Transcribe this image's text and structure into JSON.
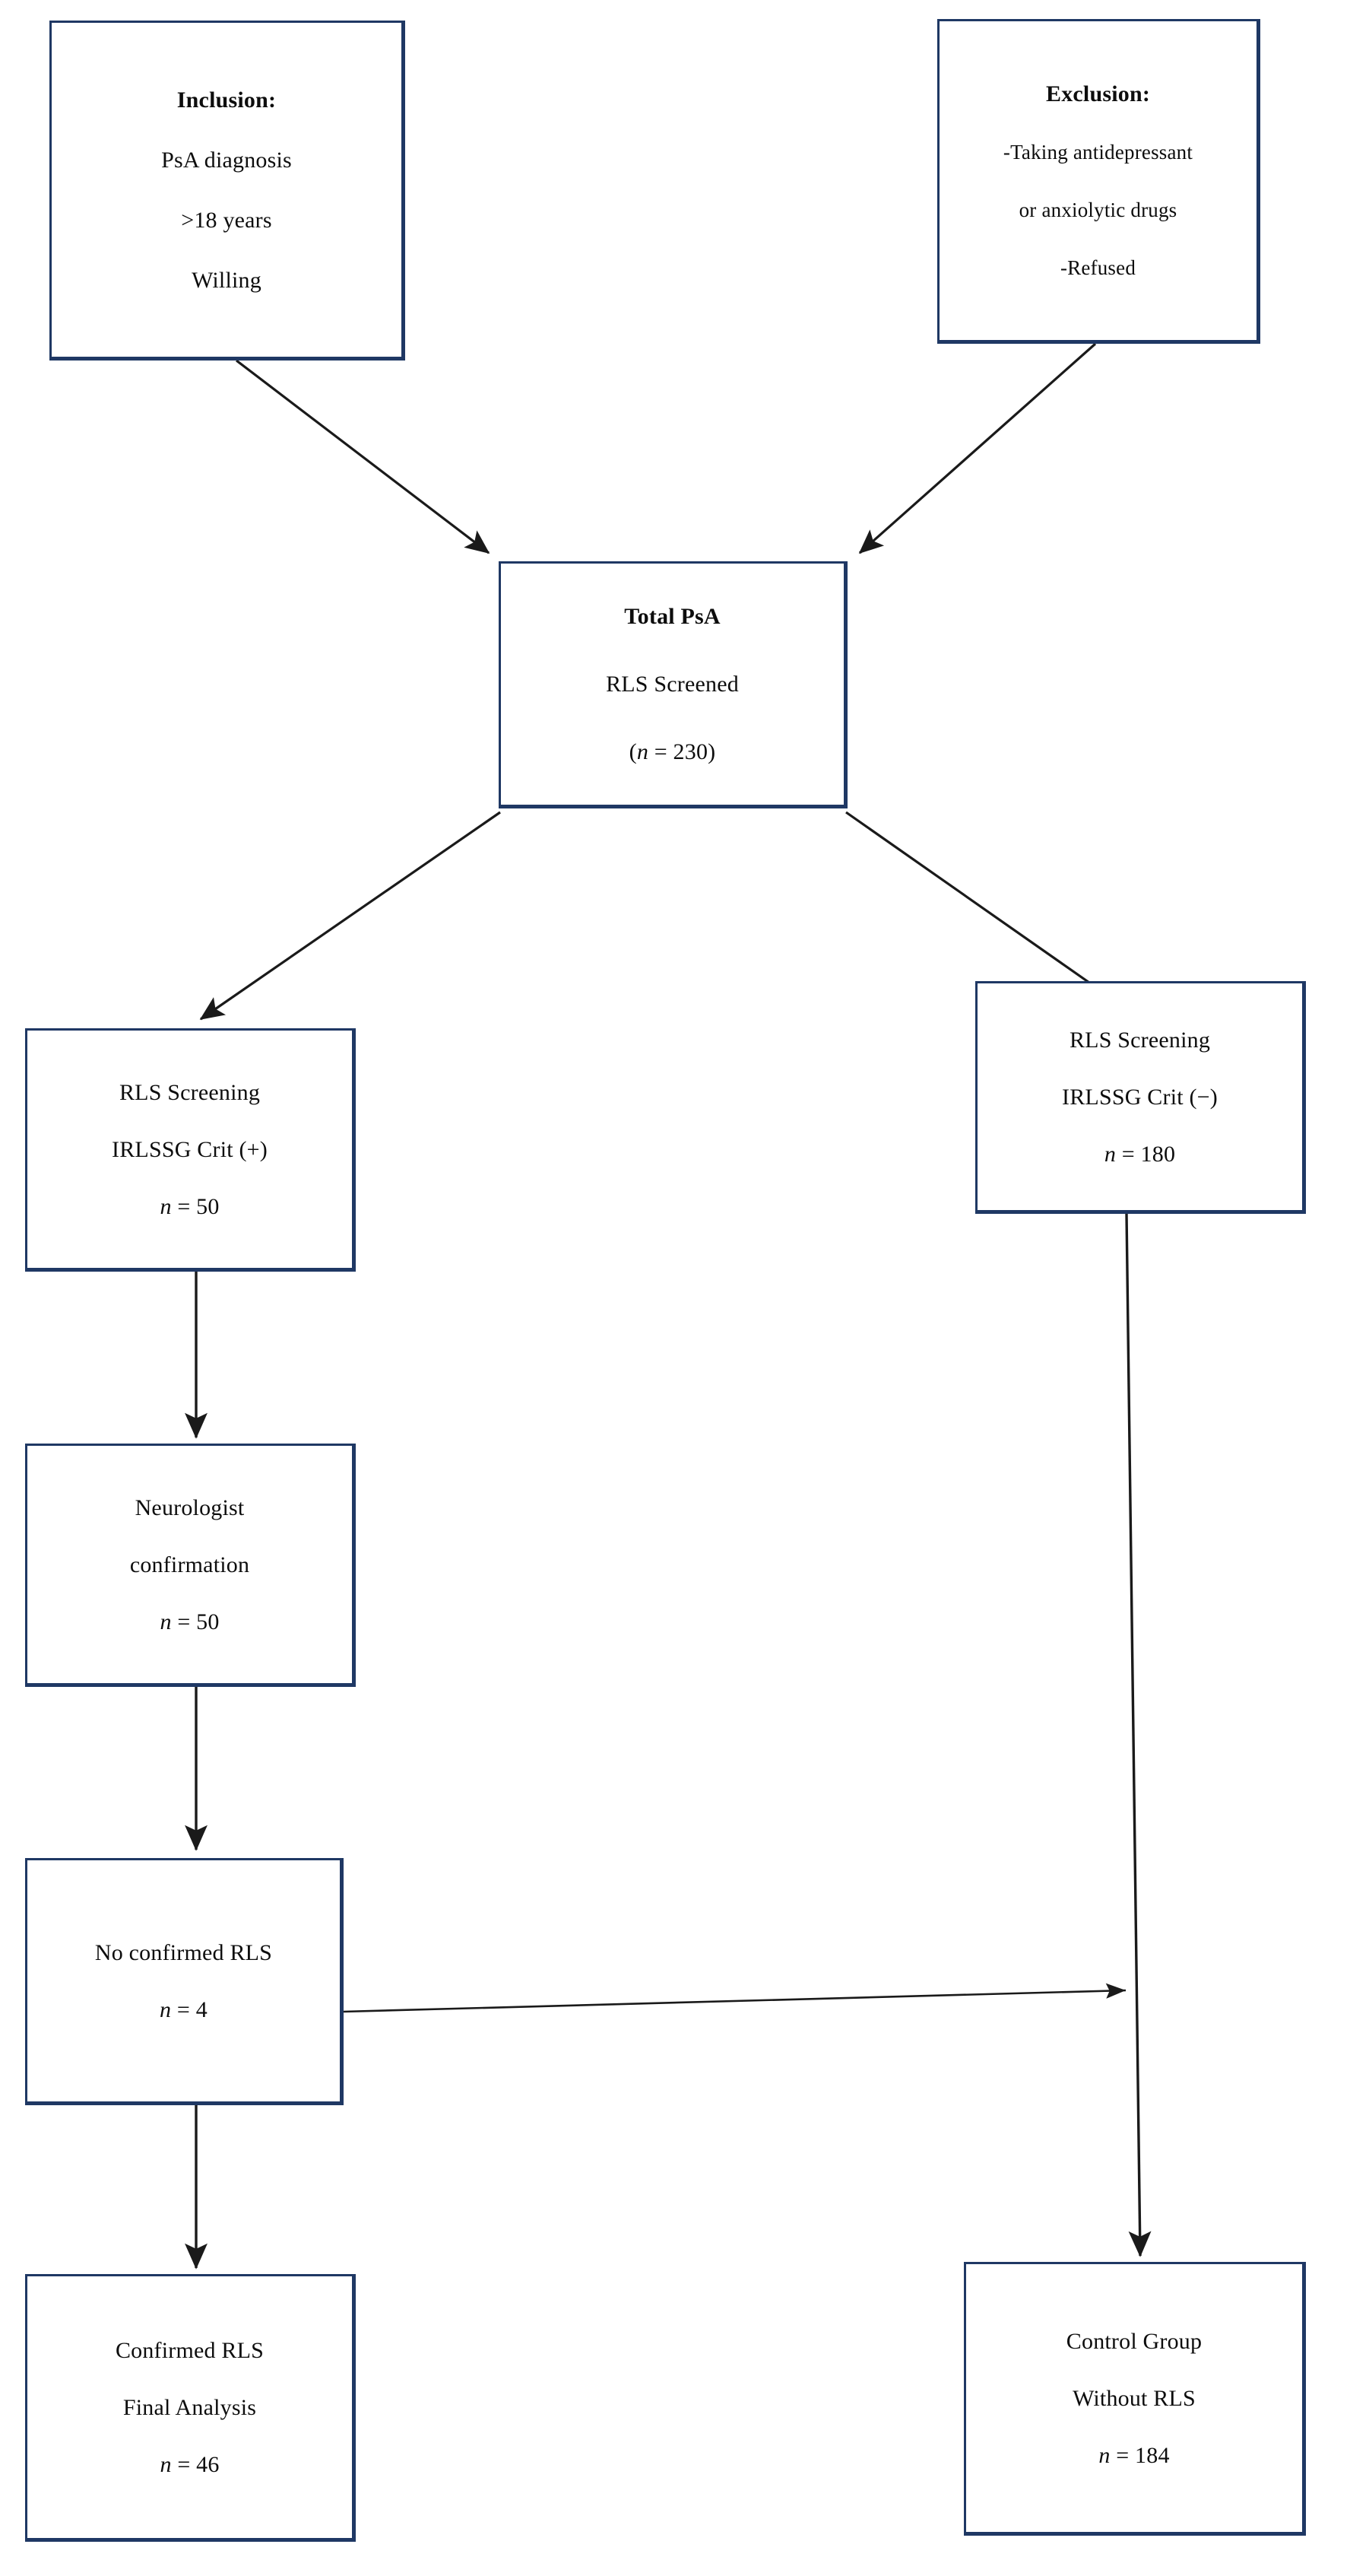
{
  "figure": {
    "type": "flowchart",
    "title": "PsA RLS screening study flow",
    "accent_border_color": "#1f3864",
    "background_color": "#ffffff",
    "arrow_color": "#1a1a1a",
    "box_fill_color": "#ffffff",
    "text_color": "#0d0d0d"
  },
  "nodes": {
    "inclusion": {
      "id": "inclusion",
      "heading": "Inclusion:",
      "line2": "PsA diagnosis",
      "line3": ">18 years",
      "line4": "Willing"
    },
    "exclusion": {
      "id": "exclusion",
      "heading": "Exclusion:",
      "line2": "-Taking antidepressant",
      "line3": "or anxiolytic drugs",
      "line4": "-Refused"
    },
    "total_psa": {
      "id": "total-psa",
      "line1": "Total PsA",
      "line2": "RLS Screened",
      "count_prefix": "(",
      "count_symbol": "n",
      "count_value": " = 230",
      "count_suffix": ")",
      "count_full": "(n = 230)",
      "n": 230
    },
    "screening_positive": {
      "id": "rls-screening-positive",
      "line1": "RLS Screening",
      "line2": "IRLSSG Crit (+)",
      "count_symbol": "n",
      "count_value": " = 50",
      "count_full": "n = 50",
      "n": 50
    },
    "screening_negative": {
      "id": "rls-screening-negative",
      "line1": "RLS Screening",
      "line2": "IRLSSG Crit (−)",
      "count_symbol": "n",
      "count_value": " = 180",
      "count_full": "n = 180",
      "n": 180
    },
    "neurologist": {
      "id": "neurologist-confirmation",
      "line1": "Neurologist",
      "line2": "confirmation",
      "count_symbol": "n",
      "count_value": " = 50",
      "count_full": "n = 50",
      "n": 50
    },
    "no_confirmed": {
      "id": "no-confirmed-rls",
      "line1": "No confirmed RLS",
      "count_symbol": "n",
      "count_value": " = 4",
      "count_full": "n = 4",
      "n": 4
    },
    "confirmed": {
      "id": "confirmed-rls-final-analysis",
      "line1": "Confirmed RLS",
      "line2": "Final Analysis",
      "count_symbol": "n",
      "count_value": " = 46",
      "count_full": "n = 46",
      "n": 46
    },
    "control": {
      "id": "control-group",
      "line1": "Control Group",
      "line2": "Without RLS",
      "count_symbol": "n",
      "count_value": " = 184",
      "count_full": "n = 184",
      "n": 184
    }
  },
  "edges": [
    {
      "id": "inclusion-to-total",
      "from": "inclusion",
      "to": "total_psa",
      "style": "diagonal-arrow"
    },
    {
      "id": "exclusion-to-total",
      "from": "exclusion",
      "to": "total_psa",
      "style": "diagonal-arrow"
    },
    {
      "id": "total-to-screening-positive",
      "from": "total_psa",
      "to": "screening_positive",
      "style": "diagonal-arrow"
    },
    {
      "id": "total-to-screening-negative",
      "from": "total_psa",
      "to": "screening_negative",
      "style": "diagonal-arrow"
    },
    {
      "id": "screening-positive-to-neurologist",
      "from": "screening_positive",
      "to": "neurologist",
      "style": "vertical-arrow"
    },
    {
      "id": "neurologist-to-no-confirmed",
      "from": "neurologist",
      "to": "no_confirmed",
      "style": "vertical-arrow"
    },
    {
      "id": "no-confirmed-to-control-line",
      "from": "no_confirmed",
      "to": "control",
      "style": "horizontal-arrow"
    },
    {
      "id": "no-confirmed-to-confirmed",
      "from": "no_confirmed",
      "to": "confirmed",
      "style": "vertical-arrow"
    },
    {
      "id": "screening-negative-to-control",
      "from": "screening_negative",
      "to": "control",
      "style": "vertical-arrow"
    }
  ]
}
